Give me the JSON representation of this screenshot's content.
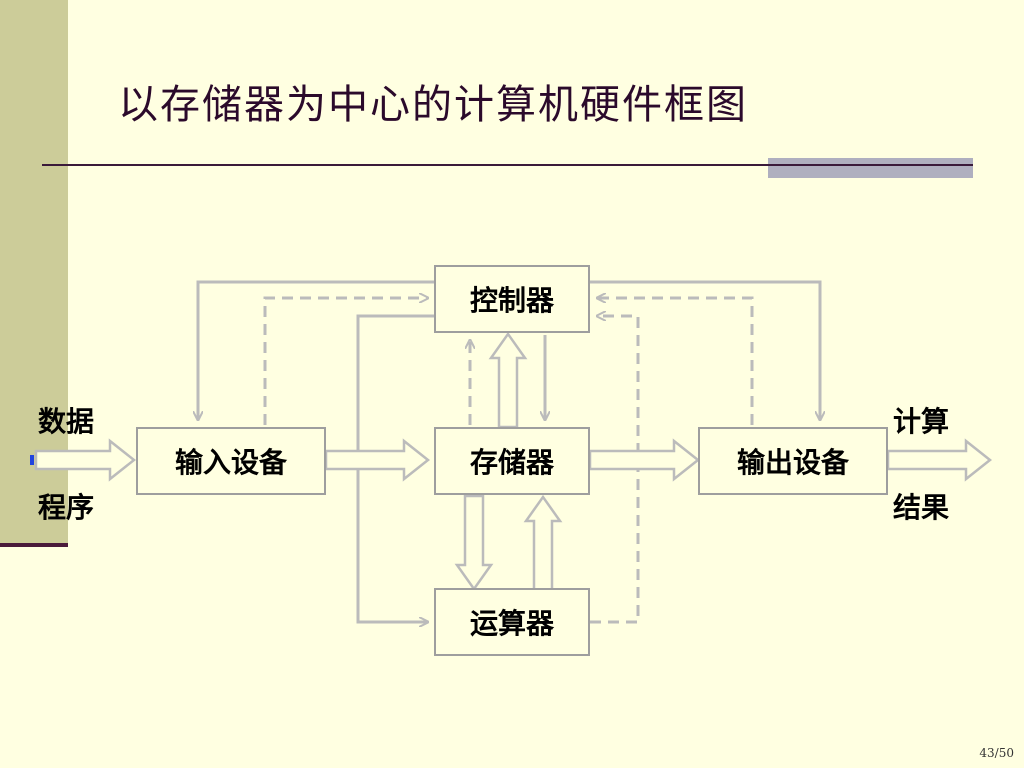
{
  "title": "以存储器为中心的计算机硬件框图",
  "boxes": {
    "controller": "控制器",
    "memory": "存储器",
    "alu": "运算器",
    "input": "输入设备",
    "output": "输出设备"
  },
  "labels": {
    "data": "数据",
    "program": "程序",
    "calc": "计算",
    "result": "结果"
  },
  "page_number": "43/50",
  "colors": {
    "background": "#FFFFE1",
    "sidebar": "#CCCC99",
    "lines": "#BBBBBB"
  }
}
